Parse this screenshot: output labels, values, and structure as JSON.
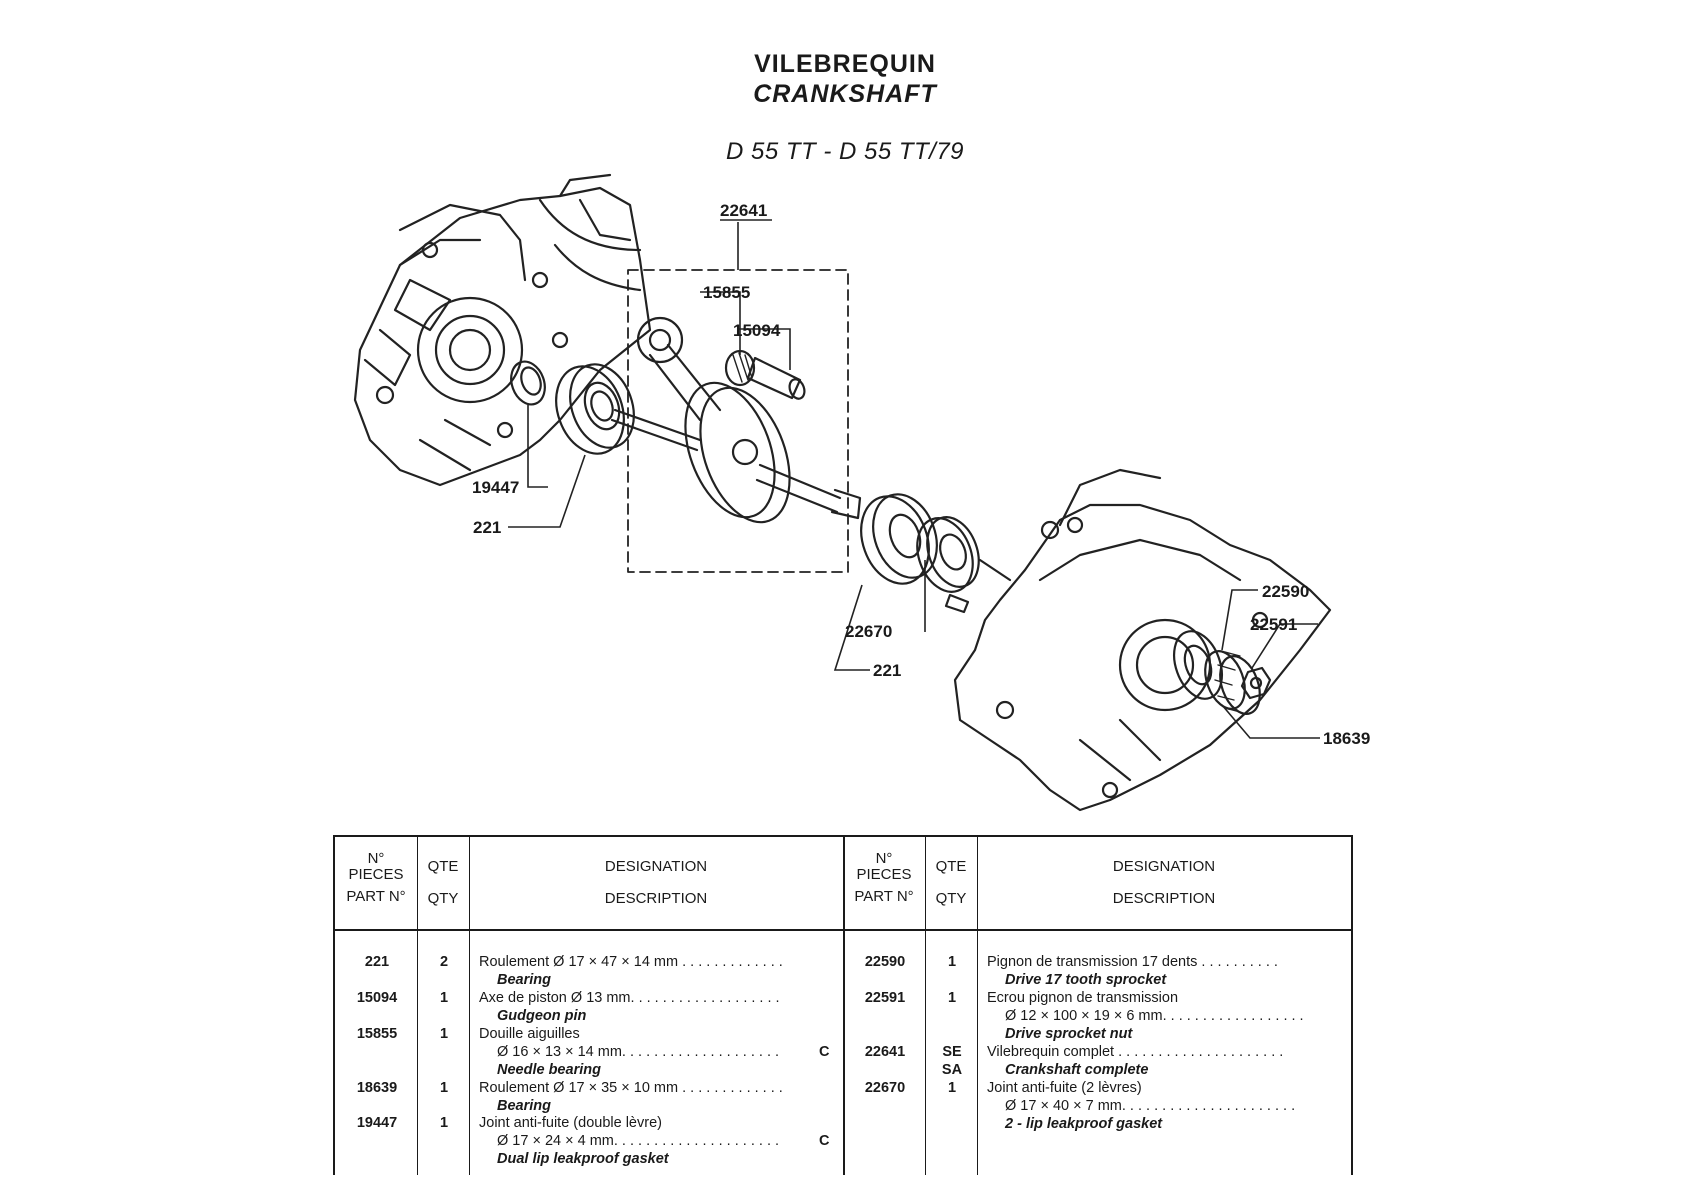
{
  "title": {
    "fr": "VILEBREQUIN",
    "en": "CRANKSHAFT",
    "models": "D 55 TT - D 55 TT/79"
  },
  "callouts": [
    "22641",
    "15855",
    "15094",
    "19447",
    "221",
    "22670",
    "221",
    "22590",
    "22591",
    "18639"
  ],
  "table_header": {
    "part_no_fr_1": "N°",
    "part_no_fr_2": "PIECES",
    "part_no_en": "PART N°",
    "qty_fr": "QTE",
    "qty_en": "QTY",
    "desc_fr": "DESIGNATION",
    "desc_en": "DESCRIPTION"
  },
  "left_rows": [
    {
      "part": "221",
      "qty": "2",
      "lines": [
        "Roulement Ø 17 × 47 × 14 mm . . . . . . . . . . . . ."
      ],
      "en": "Bearing",
      "code": ""
    },
    {
      "part": "15094",
      "qty": "1",
      "lines": [
        "Axe de piston Ø 13 mm. . . . . . . . . . . . . . . . . . ."
      ],
      "en": "Gudgeon pin",
      "code": ""
    },
    {
      "part": "15855",
      "qty": "1",
      "lines": [
        "Douille aiguilles",
        "Ø 16 × 13 × 14 mm. . . . . . . . . . . . . . . . . . . ."
      ],
      "en": "Needle bearing",
      "code": "C"
    },
    {
      "part": "18639",
      "qty": "1",
      "lines": [
        "Roulement Ø 17 × 35 × 10 mm . . . . . . . . . . . . ."
      ],
      "en": "Bearing",
      "code": ""
    },
    {
      "part": "19447",
      "qty": "1",
      "lines": [
        "Joint anti-fuite (double lèvre)",
        "Ø 17 × 24 × 4 mm. . . . . . . . . . . . . . . . . . . . ."
      ],
      "en": "Dual lip leakproof gasket",
      "code": "C"
    }
  ],
  "right_rows": [
    {
      "part": "22590",
      "qty": "1",
      "lines": [
        "Pignon de transmission 17 dents . . . . . . . . . ."
      ],
      "en": "Drive 17 tooth sprocket"
    },
    {
      "part": "22591",
      "qty": "1",
      "lines": [
        "Ecrou pignon de transmission",
        "Ø 12 × 100 × 19 × 6 mm. . . . . . . . . . . . . . . . . ."
      ],
      "en": "Drive sprocket nut"
    },
    {
      "part": "22641",
      "qty": "SE SA",
      "qty1": "SE",
      "qty2": "SA",
      "lines": [
        "Vilebrequin complet . . . . . . . . . . . . . . . . . . . . ."
      ],
      "en": "Crankshaft complete"
    },
    {
      "part": "22670",
      "qty": "1",
      "lines": [
        "Joint anti-fuite (2 lèvres)",
        "Ø 17 × 40 × 7 mm. . . . . . . . . . . . . . . . . . . . . ."
      ],
      "en": "2 - lip leakproof gasket"
    }
  ]
}
